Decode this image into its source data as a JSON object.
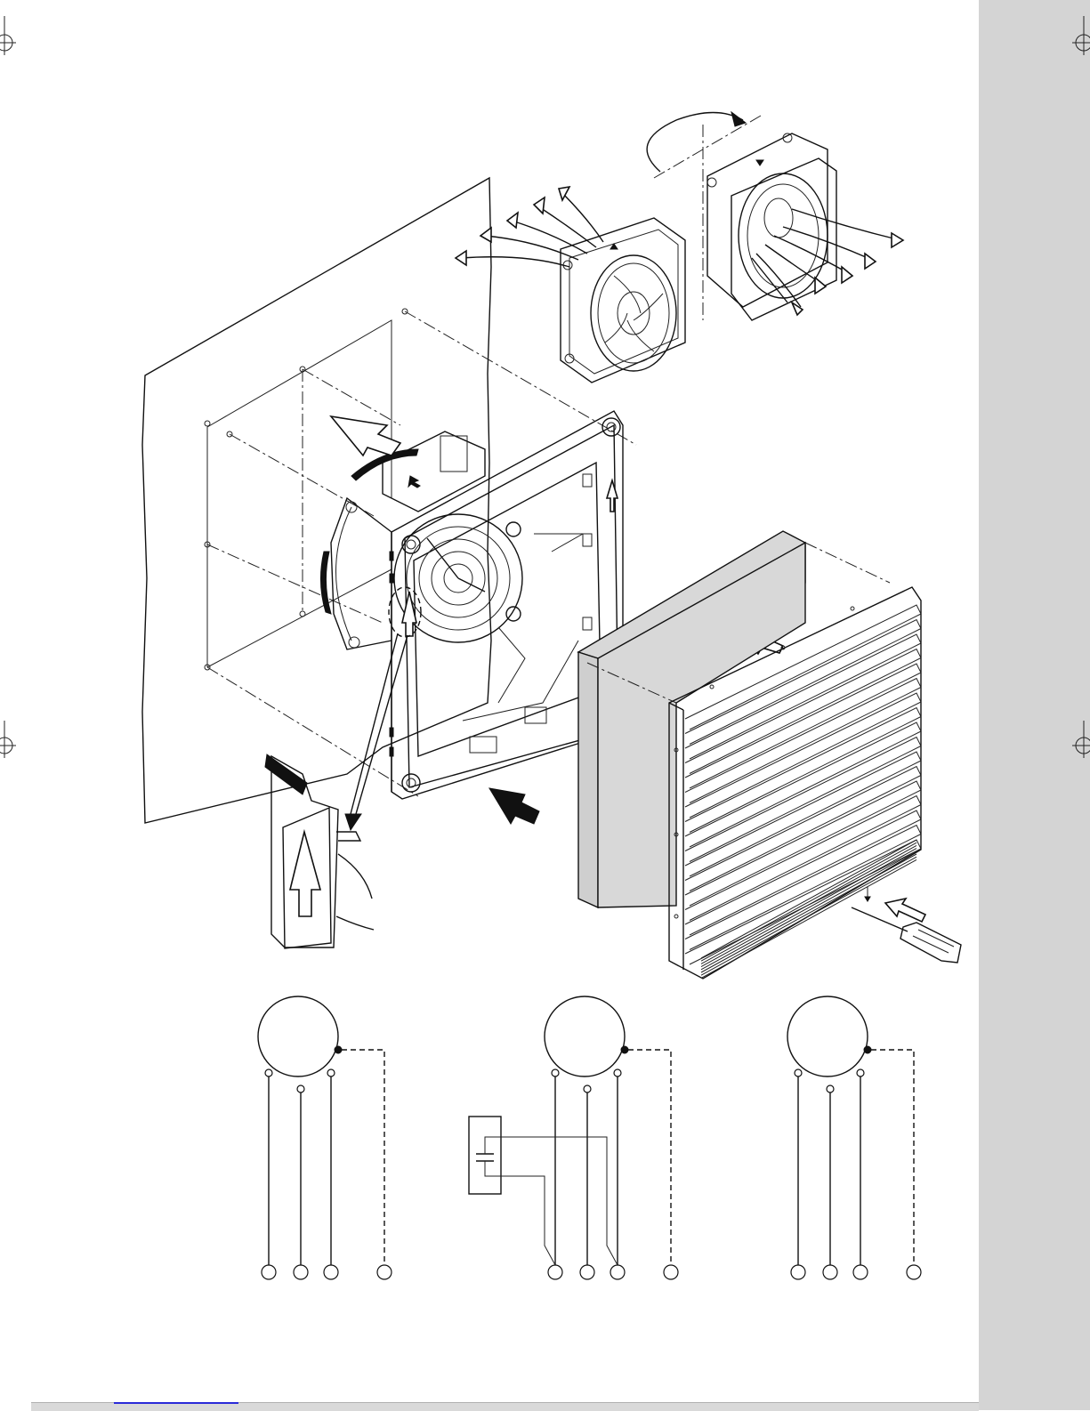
{
  "colors": {
    "sidebar": "#d4d4d4",
    "footer_accent": "#2a2ad8",
    "filter_mat": "#d8d8d8",
    "ink": "#111111"
  },
  "wiring_diagrams": [
    {
      "variant": "three-wire",
      "terminals": 4,
      "capacitor": false
    },
    {
      "variant": "capacitor-connected",
      "terminals": 4,
      "capacitor": true
    },
    {
      "variant": "three-wire",
      "terminals": 4,
      "capacitor": false
    }
  ]
}
